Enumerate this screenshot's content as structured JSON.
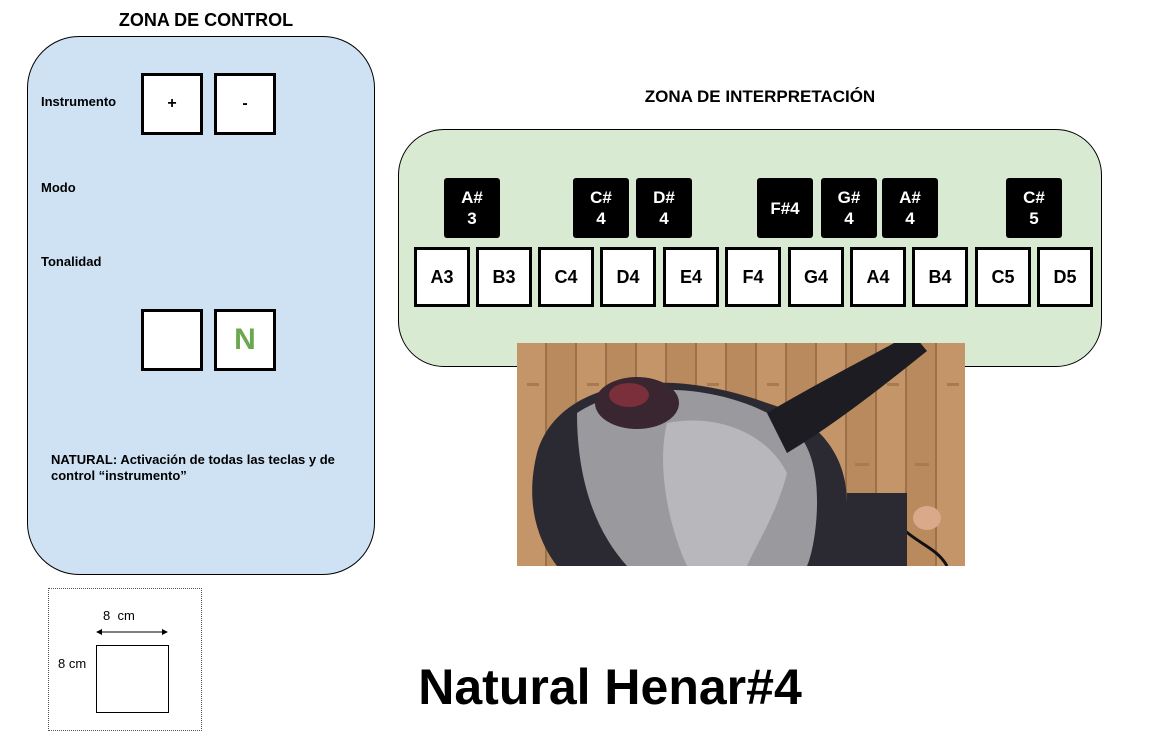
{
  "control_zone": {
    "title": "ZONA DE CONTROL",
    "labels": {
      "instrument": "Instrumento",
      "mode": "Modo",
      "key": "Tonalidad"
    },
    "instrument_buttons": {
      "plus": "+",
      "minus": "-"
    },
    "key_buttons": {
      "empty": "",
      "natural": "N"
    },
    "description": "NATURAL: Activación de todas las teclas y de control “instrumento”"
  },
  "performance_zone": {
    "title": "ZONA DE INTERPRETACIÓN",
    "white_keys": [
      "A3",
      "B3",
      "C4",
      "D4",
      "E4",
      "F4",
      "G4",
      "A4",
      "B4",
      "C5",
      "D5"
    ],
    "black_keys": [
      {
        "line1": "A#",
        "line2": "3"
      },
      {
        "line1": "C#",
        "line2": "4"
      },
      {
        "line1": "D#",
        "line2": "4"
      },
      {
        "line1": "F#4",
        "line2": ""
      },
      {
        "line1": "G#",
        "line2": "4"
      },
      {
        "line1": "A#",
        "line2": "4"
      },
      {
        "line1": "C#",
        "line2": "5"
      }
    ]
  },
  "scale": {
    "width_label": "8  cm",
    "height_label": "8 cm"
  },
  "main_title": "Natural Henar#4",
  "colors": {
    "control_bg": "#cfe2f3",
    "performance_bg": "#d9ead3",
    "natural_accent": "#6aa84f"
  }
}
